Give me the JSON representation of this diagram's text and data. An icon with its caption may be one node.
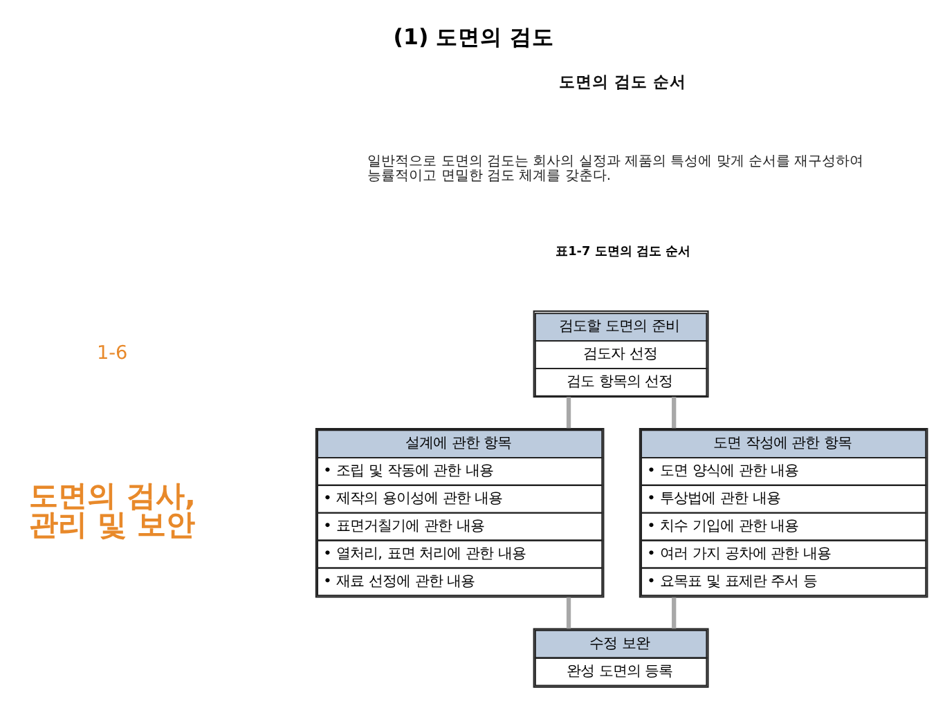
{
  "diagram": {
    "title": "(1) 도면의 검도",
    "caption": "표1-7 도면의 검도 순서",
    "nodes": [
      {
        "text": [
          "검도할 도면의 준비",
          "검도자 선정",
          "검도 항목의 선정"
        ]
      },
      {
        "text": [
          "설계에 관한 항목",
          "• 조립 및 작동에 관한 내용",
          "• 제작의 용이성에 관한 내용",
          "• 표면거칠기에 관한 내용",
          "• 열처리, 표면 처리에 관한 내용",
          "• 재료 선정에 관한 내용"
        ]
      },
      {
        "text": [
          "도면 작성에 관한 항목",
          "• 도면 양식에 관한 내용",
          "• 투상법에 관한 내용",
          "• 치수 기입에 관한 내용",
          "• 여러 가지 공차에 관한 내용",
          "• 요목표 및 표제란 주서 등"
        ]
      },
      {
        "text": [
          "수정 보완",
          "완성 도면의 등록"
        ]
      }
    ],
    "edges": [
      {
        "from": 0,
        "to": 1,
        "arrow": "none"
      },
      {
        "from": 0,
        "to": 2,
        "arrow": "none"
      },
      {
        "from": 1,
        "to": 3,
        "arrow": "none"
      },
      {
        "from": 2,
        "to": 3,
        "arrow": "none"
      }
    ],
    "labels": [
      "1-6",
      "도면의 검사, 관리 및 보안",
      "도면의 검도 순서",
      "일반적으로 도면의 검도는 회사의 실정과 제품의 특성에 맞게 순서를 재구성하여 능률적이고 면밀한 검도 체계를 갖춘다."
    ]
  }
}
